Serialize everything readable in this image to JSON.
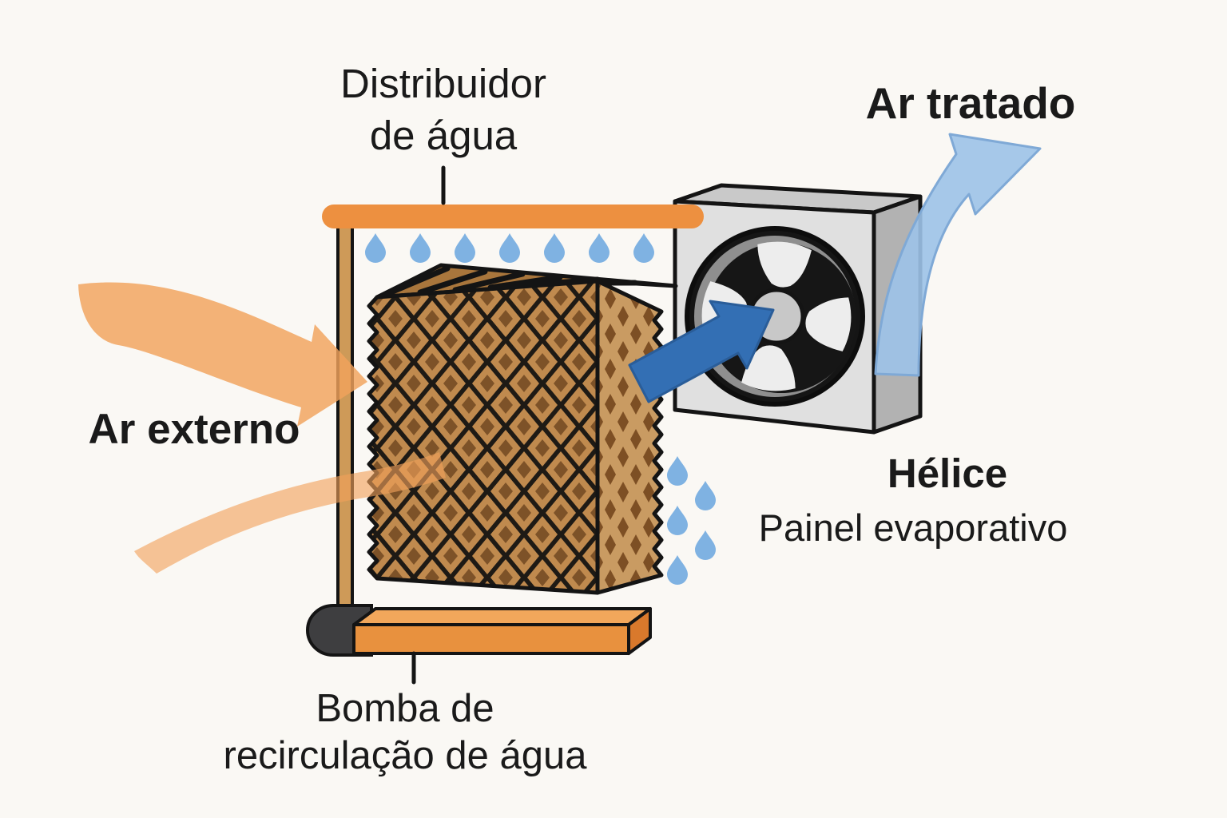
{
  "diagram": {
    "subject": "climatizador evaporativo",
    "background": "#FAF8F4",
    "labels": {
      "water_distributor_line1": "Distribuidor",
      "water_distributor_line2": "de água",
      "treated_air": "Ar tratado",
      "external_air": "Ar externo",
      "fan": "Hélice",
      "evaporative_panel": "Painel evaporativo",
      "pump_line1": "Bomba de",
      "pump_line2": "recirculação de água"
    },
    "colors": {
      "background": "#FAF8F4",
      "orange": "#ED9040",
      "orange_light": "#F2A25B",
      "tan_panel": "#C08A4E",
      "brown_dark": "#7D5228",
      "pipe_tan": "#CE9A58",
      "blue_dark": "#336FB4",
      "blue_light": "#9CC2E8",
      "drop_blue": "#7FB2E2",
      "box_gray": "#E0E0E0",
      "pump_gray": "#3E3E40",
      "text": "#1A1A1A"
    },
    "drops": {
      "top_row_count": 7,
      "falling_count": 5
    }
  }
}
